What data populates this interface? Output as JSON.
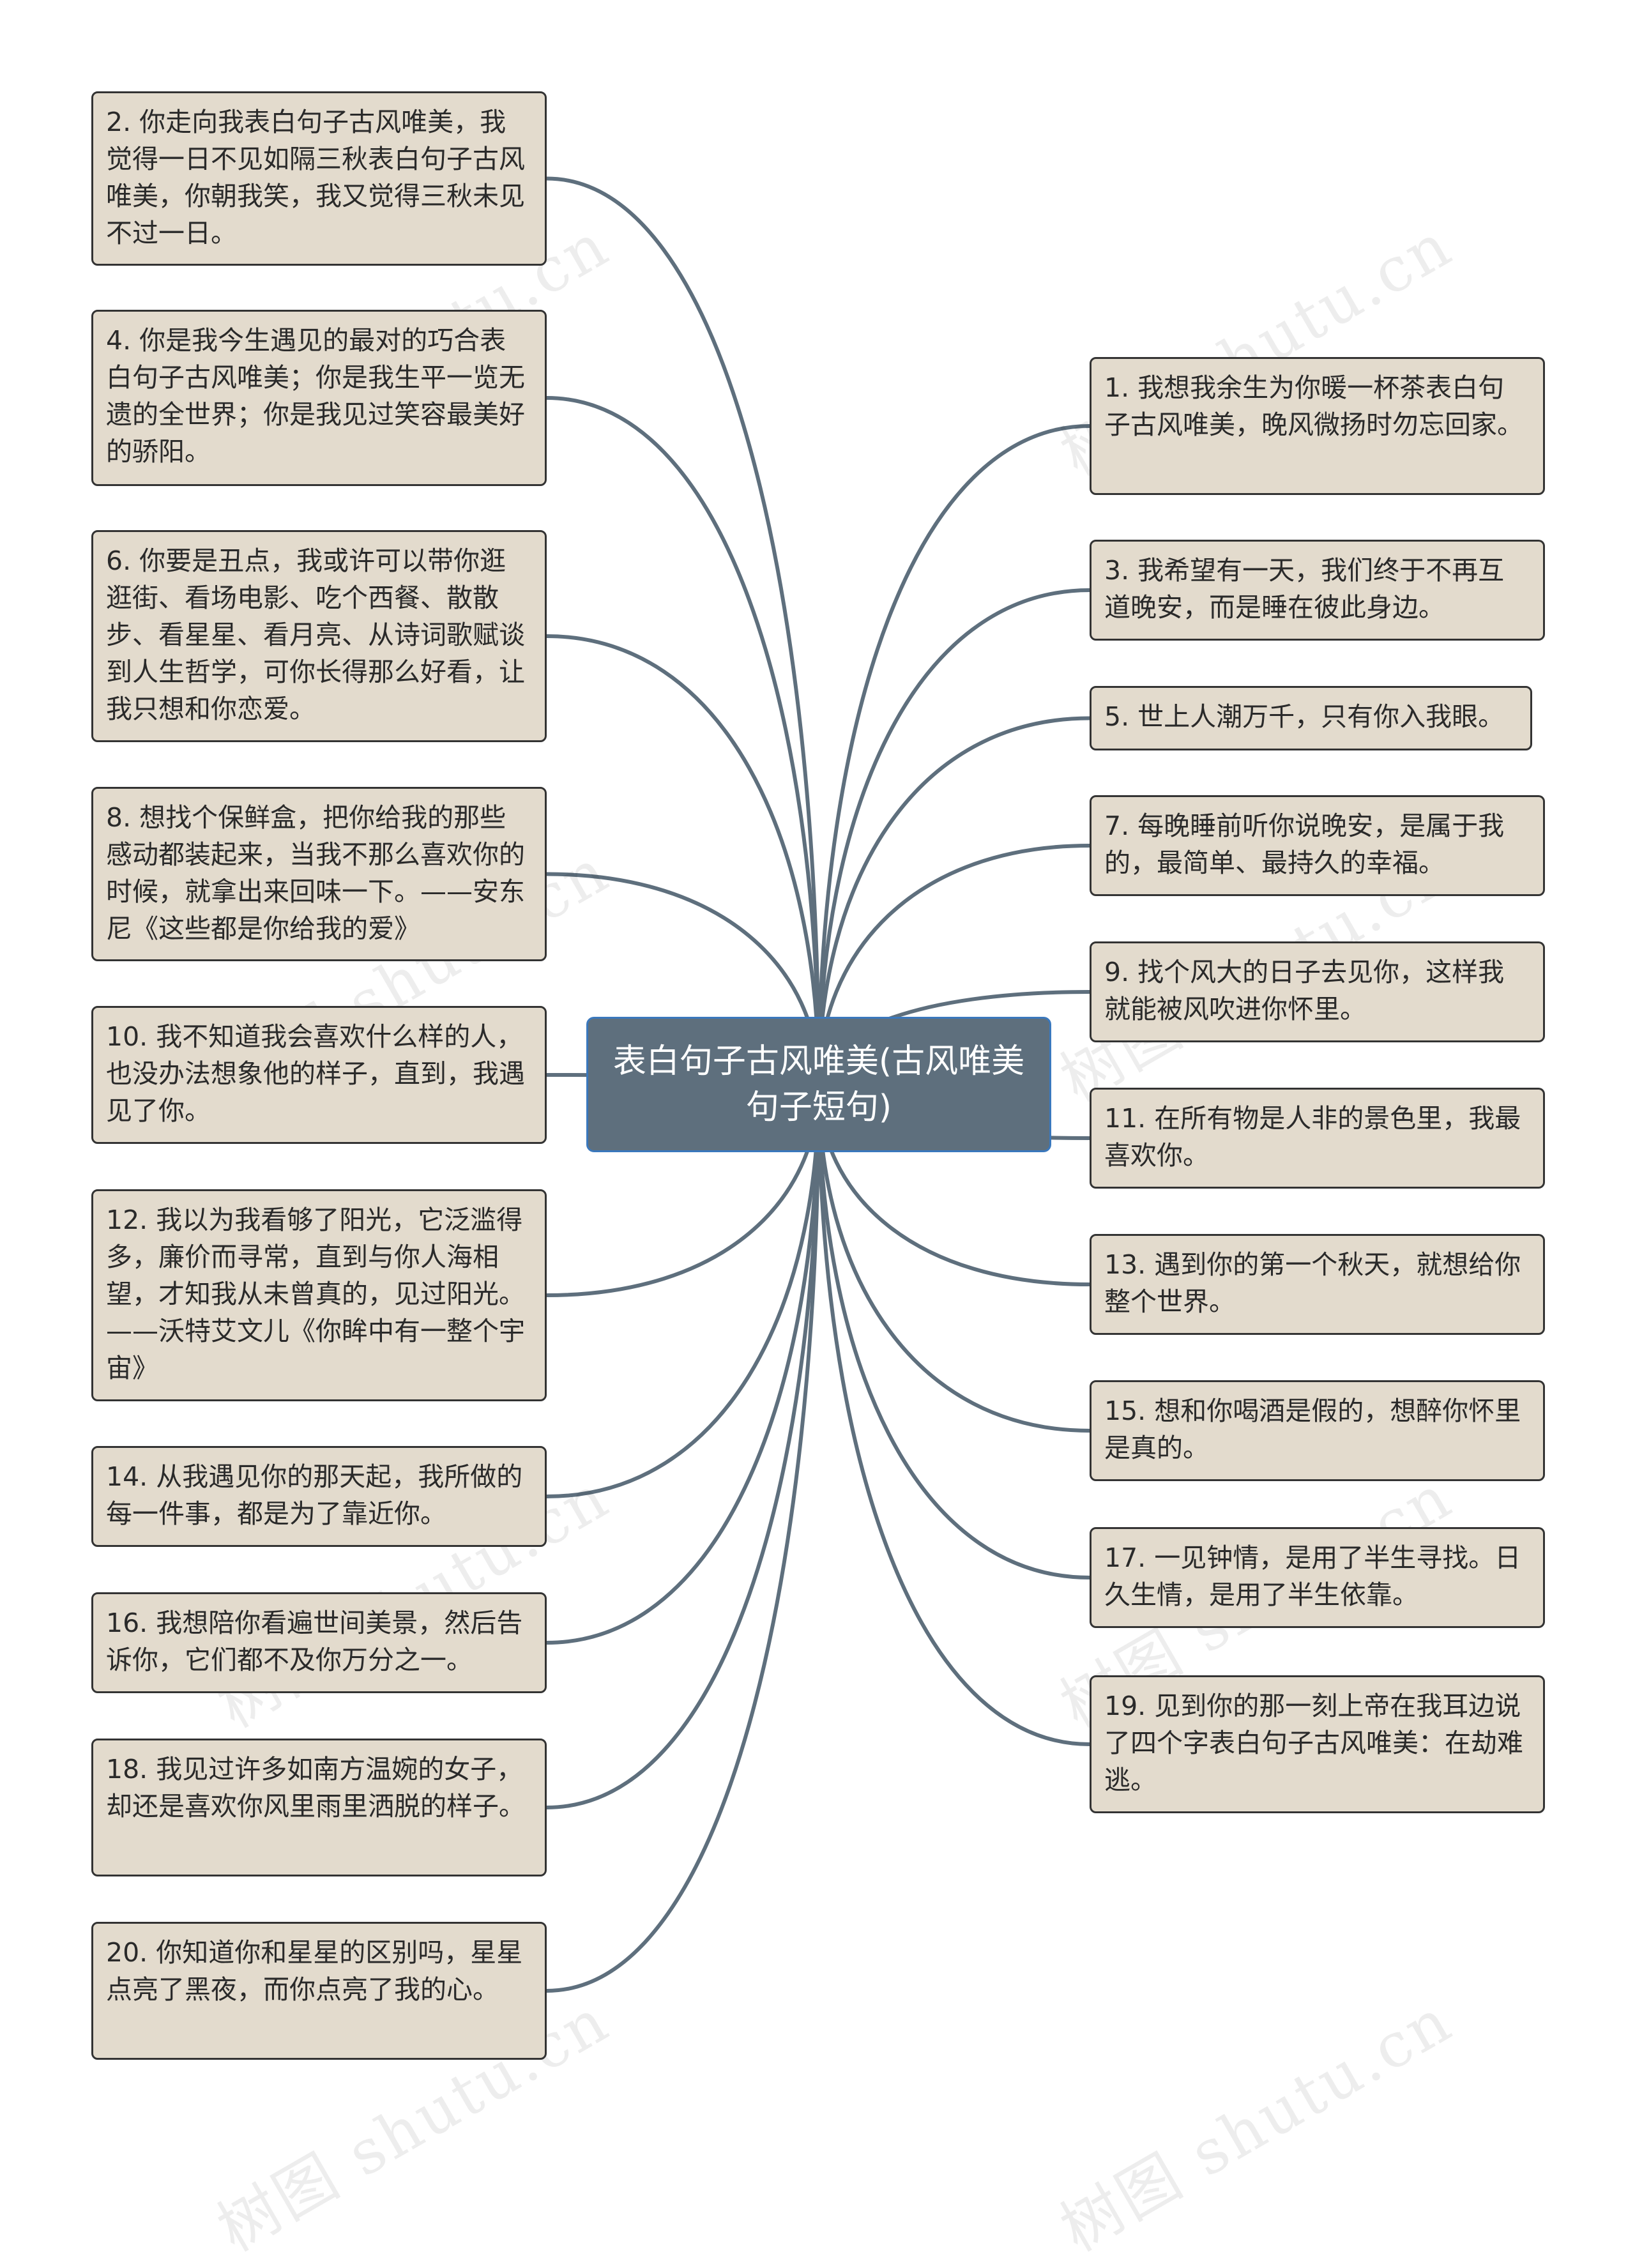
{
  "root": {
    "text": "表白句子古风唯美(古风唯美句子短句)"
  },
  "colors": {
    "link": "#5e6f7d",
    "node_fill": "#e3dbcd",
    "node_border": "#333333",
    "root_fill": "#5e6f7d",
    "root_border": "#3a78bd"
  },
  "watermark": "树图 shutu.cn",
  "left_nodes": [
    {
      "text": "2. 你走向我表白句子古风唯美，我觉得一日不见如隔三秋表白句子古风唯美，你朝我笑，我又觉得三秋未见不过一日。"
    },
    {
      "text": "4. 你是我今生遇见的最对的巧合表白句子古风唯美；你是我生平一览无遗的全世界；你是我见过笑容最美好的骄阳。"
    },
    {
      "text": "6. 你要是丑点，我或许可以带你逛逛街、看场电影、吃个西餐、散散步、看星星、看月亮、从诗词歌赋谈到人生哲学，可你长得那么好看，让我只想和你恋爱。"
    },
    {
      "text": "8. 想找个保鲜盒，把你给我的那些感动都装起来，当我不那么喜欢你的时候，就拿出来回味一下。——安东尼《这些都是你给我的爱》"
    },
    {
      "text": "10. 我不知道我会喜欢什么样的人，也没办法想象他的样子，直到，我遇见了你。"
    },
    {
      "text": "12. 我以为我看够了阳光，它泛滥得多，廉价而寻常，直到与你人海相望，才知我从未曾真的，见过阳光。——沃特艾文儿《你眸中有一整个宇宙》"
    },
    {
      "text": "14. 从我遇见你的那天起，我所做的每一件事，都是为了靠近你。"
    },
    {
      "text": "16. 我想陪你看遍世间美景，然后告诉你，它们都不及你万分之一。"
    },
    {
      "text": "18. 我见过许多如南方温婉的女子，却还是喜欢你风里雨里洒脱的样子。"
    },
    {
      "text": "20. 你知道你和星星的区别吗，星星点亮了黑夜，而你点亮了我的心。"
    }
  ],
  "right_nodes": [
    {
      "text": "1. 我想我余生为你暖一杯茶表白句子古风唯美，晚风微扬时勿忘回家。"
    },
    {
      "text": "3. 我希望有一天，我们终于不再互道晚安，而是睡在彼此身边。"
    },
    {
      "text": "5. 世上人潮万千，只有你入我眼。"
    },
    {
      "text": "7. 每晚睡前听你说晚安，是属于我的，最简单、最持久的幸福。"
    },
    {
      "text": "9. 找个风大的日子去见你，这样我就能被风吹进你怀里。"
    },
    {
      "text": "11. 在所有物是人非的景色里，我最喜欢你。"
    },
    {
      "text": "13. 遇到你的第一个秋天，就想给你整个世界。"
    },
    {
      "text": "15. 想和你喝酒是假的，想醉你怀里是真的。"
    },
    {
      "text": "17. 一见钟情，是用了半生寻找。日久生情，是用了半生依靠。"
    },
    {
      "text": "19. 见到你的那一刻上帝在我耳边说了四个字表白句子古风唯美：在劫难逃。"
    }
  ]
}
